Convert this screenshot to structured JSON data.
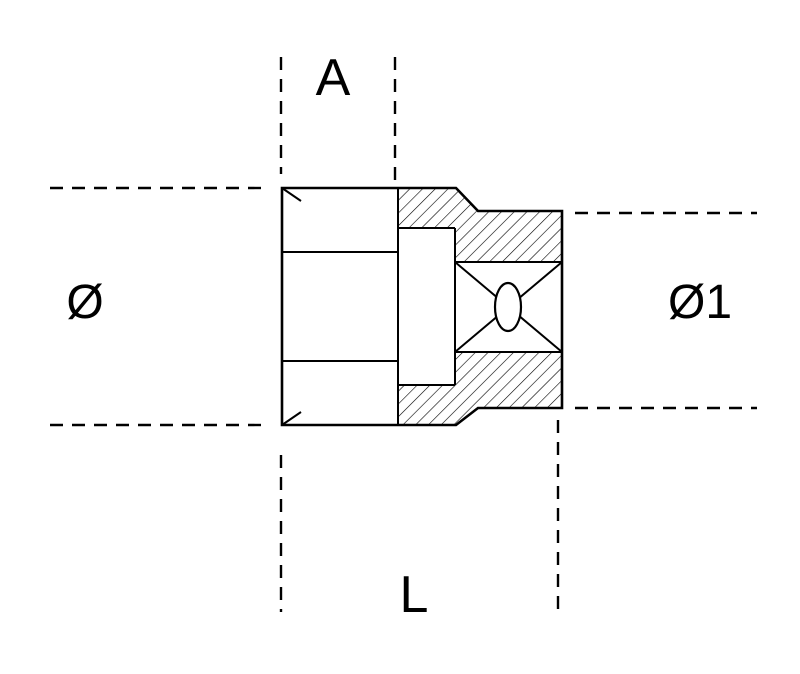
{
  "page": {
    "background": "#ffffff"
  },
  "diagram": {
    "type": "technical-drawing",
    "subject": "hexagon socket with square drive, side section view",
    "labels": {
      "dim_top": "A",
      "dim_left": "Ø",
      "dim_right": "Ø1",
      "dim_bottom": "L"
    },
    "colors": {
      "line": "#000000",
      "background": "#ffffff"
    }
  }
}
